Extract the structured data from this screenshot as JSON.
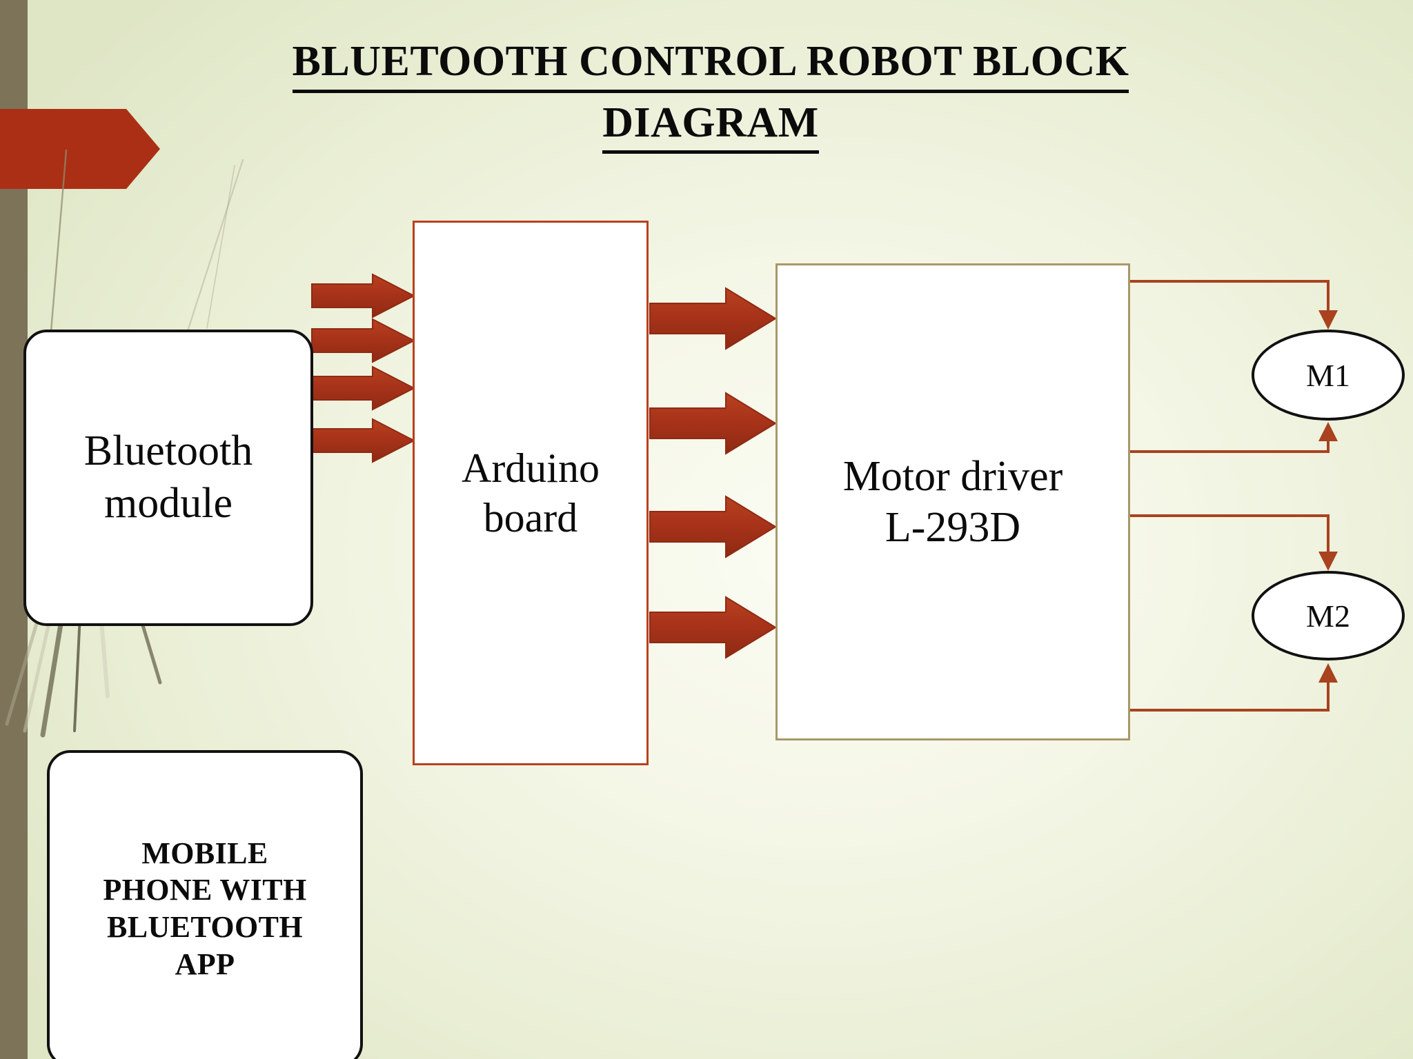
{
  "slide": {
    "title_line1": "BLUETOOTH CONTROL ROBOT BLOCK",
    "title_line2": "DIAGRAM",
    "background_color": "#eef1de",
    "accent_bar_color": "#7d7359",
    "banner_color": "#ab2f15",
    "arrow_color": "#a8331a",
    "connector_color": "#a8421f"
  },
  "nodes": {
    "bluetooth": {
      "label": "Bluetooth\nmodule",
      "line1": "Bluetooth",
      "line2": "module",
      "shape": "rounded-rectangle"
    },
    "phone": {
      "line1": "MOBILE",
      "line2": "PHONE WITH",
      "line3": "BLUETOOTH",
      "line4": "APP",
      "shape": "rounded-rectangle"
    },
    "arduino": {
      "line1": "Arduino",
      "line2": "board",
      "shape": "rectangle",
      "border_color": "#b8401f"
    },
    "motor_driver": {
      "line1": "Motor driver",
      "line2": "L-293D",
      "shape": "rectangle",
      "border_color": "#a89868"
    },
    "m1": {
      "label": "M1",
      "shape": "ellipse"
    },
    "m2": {
      "label": "M2",
      "shape": "ellipse"
    }
  },
  "edges": [
    {
      "from": "bluetooth",
      "to": "arduino",
      "style": "block-arrow",
      "index": 1
    },
    {
      "from": "bluetooth",
      "to": "arduino",
      "style": "block-arrow",
      "index": 2
    },
    {
      "from": "bluetooth",
      "to": "arduino",
      "style": "block-arrow",
      "index": 3
    },
    {
      "from": "bluetooth",
      "to": "arduino",
      "style": "block-arrow",
      "index": 4
    },
    {
      "from": "arduino",
      "to": "motor_driver",
      "style": "block-arrow",
      "index": 1
    },
    {
      "from": "arduino",
      "to": "motor_driver",
      "style": "block-arrow",
      "index": 2
    },
    {
      "from": "arduino",
      "to": "motor_driver",
      "style": "block-arrow",
      "index": 3
    },
    {
      "from": "arduino",
      "to": "motor_driver",
      "style": "block-arrow",
      "index": 4
    },
    {
      "from": "motor_driver",
      "to": "m1",
      "style": "line-arrow",
      "terminal": "top"
    },
    {
      "from": "motor_driver",
      "to": "m1",
      "style": "line-arrow",
      "terminal": "bottom"
    },
    {
      "from": "motor_driver",
      "to": "m2",
      "style": "line-arrow",
      "terminal": "top"
    },
    {
      "from": "motor_driver",
      "to": "m2",
      "style": "line-arrow",
      "terminal": "bottom"
    }
  ]
}
